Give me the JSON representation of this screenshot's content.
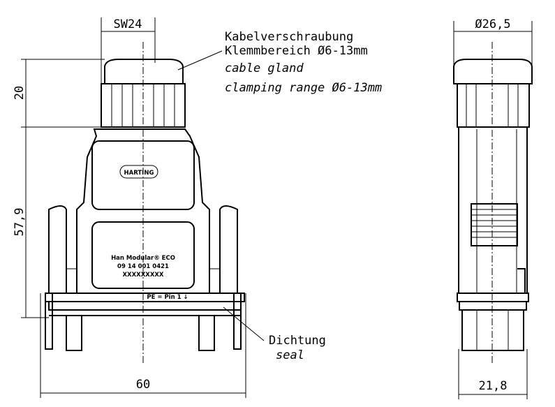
{
  "dimensions": {
    "sw": "SW24",
    "gland_height": "20",
    "body_height": "57,9",
    "width": "60",
    "diameter": "Ø26,5",
    "depth": "21,8"
  },
  "callouts": {
    "gland_de_1": "Kabelverschraubung",
    "gland_de_2": "Klemmbereich Ø6-13mm",
    "gland_en_1": "cable gland",
    "gland_en_2": "clamping range Ø6-13mm",
    "seal_de": "Dichtung",
    "seal_en": "seal"
  },
  "label": {
    "brand": "HARTING",
    "product": "Han Modular® ECO",
    "part_number": "09 14 001 0421",
    "serial": "XXXXXXXXX",
    "pe_note": "PE = Pin 1 ↓"
  }
}
